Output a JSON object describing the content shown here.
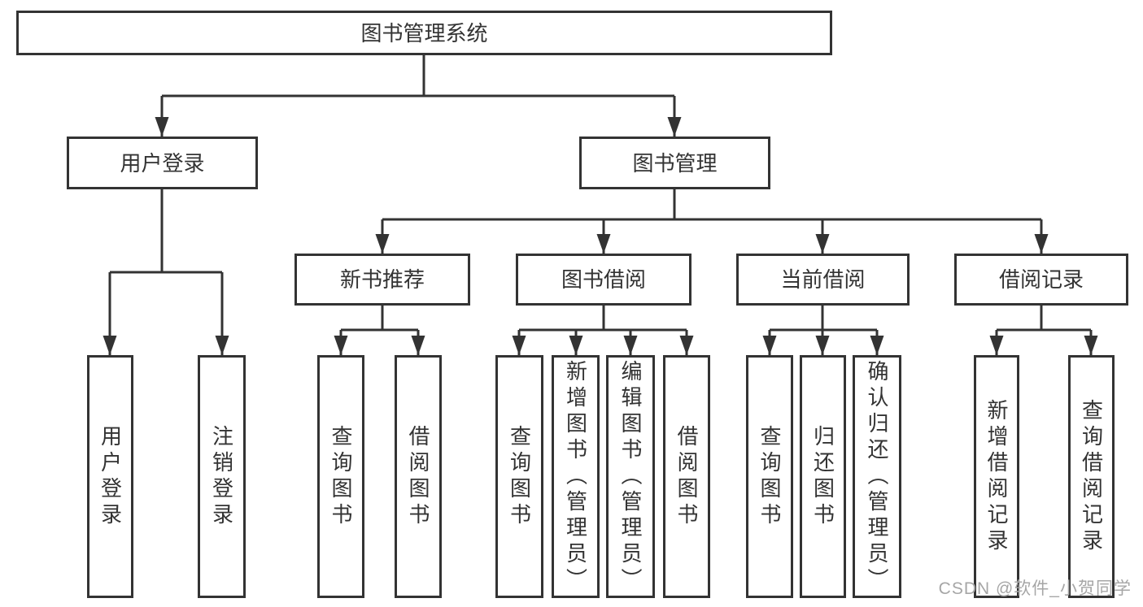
{
  "tree": {
    "root": {
      "label": "图书管理系统"
    },
    "children": [
      {
        "label": "用户登录",
        "children": [
          {
            "label": "用户登录"
          },
          {
            "label": "注销登录"
          }
        ]
      },
      {
        "label": "图书管理",
        "children": [
          {
            "label": "新书推荐",
            "children": [
              {
                "label": "查询图书"
              },
              {
                "label": "借阅图书"
              }
            ]
          },
          {
            "label": "图书借阅",
            "children": [
              {
                "label": "查询图书"
              },
              {
                "label": "新增图书（管理员）"
              },
              {
                "label": "编辑图书（管理员）"
              },
              {
                "label": "借阅图书"
              }
            ]
          },
          {
            "label": "当前借阅",
            "children": [
              {
                "label": "查询图书"
              },
              {
                "label": "归还图书"
              },
              {
                "label": "确认归还（管理员）"
              }
            ]
          },
          {
            "label": "借阅记录",
            "children": [
              {
                "label": "新增借阅记录"
              },
              {
                "label": "查询借阅记录"
              }
            ]
          }
        ]
      }
    ]
  },
  "watermark": {
    "text": "CSDN @软件_小贺同学",
    "color": "#a6a6a6"
  },
  "colors": {
    "line": "#333333",
    "text": "#333333",
    "background": "#ffffff"
  }
}
